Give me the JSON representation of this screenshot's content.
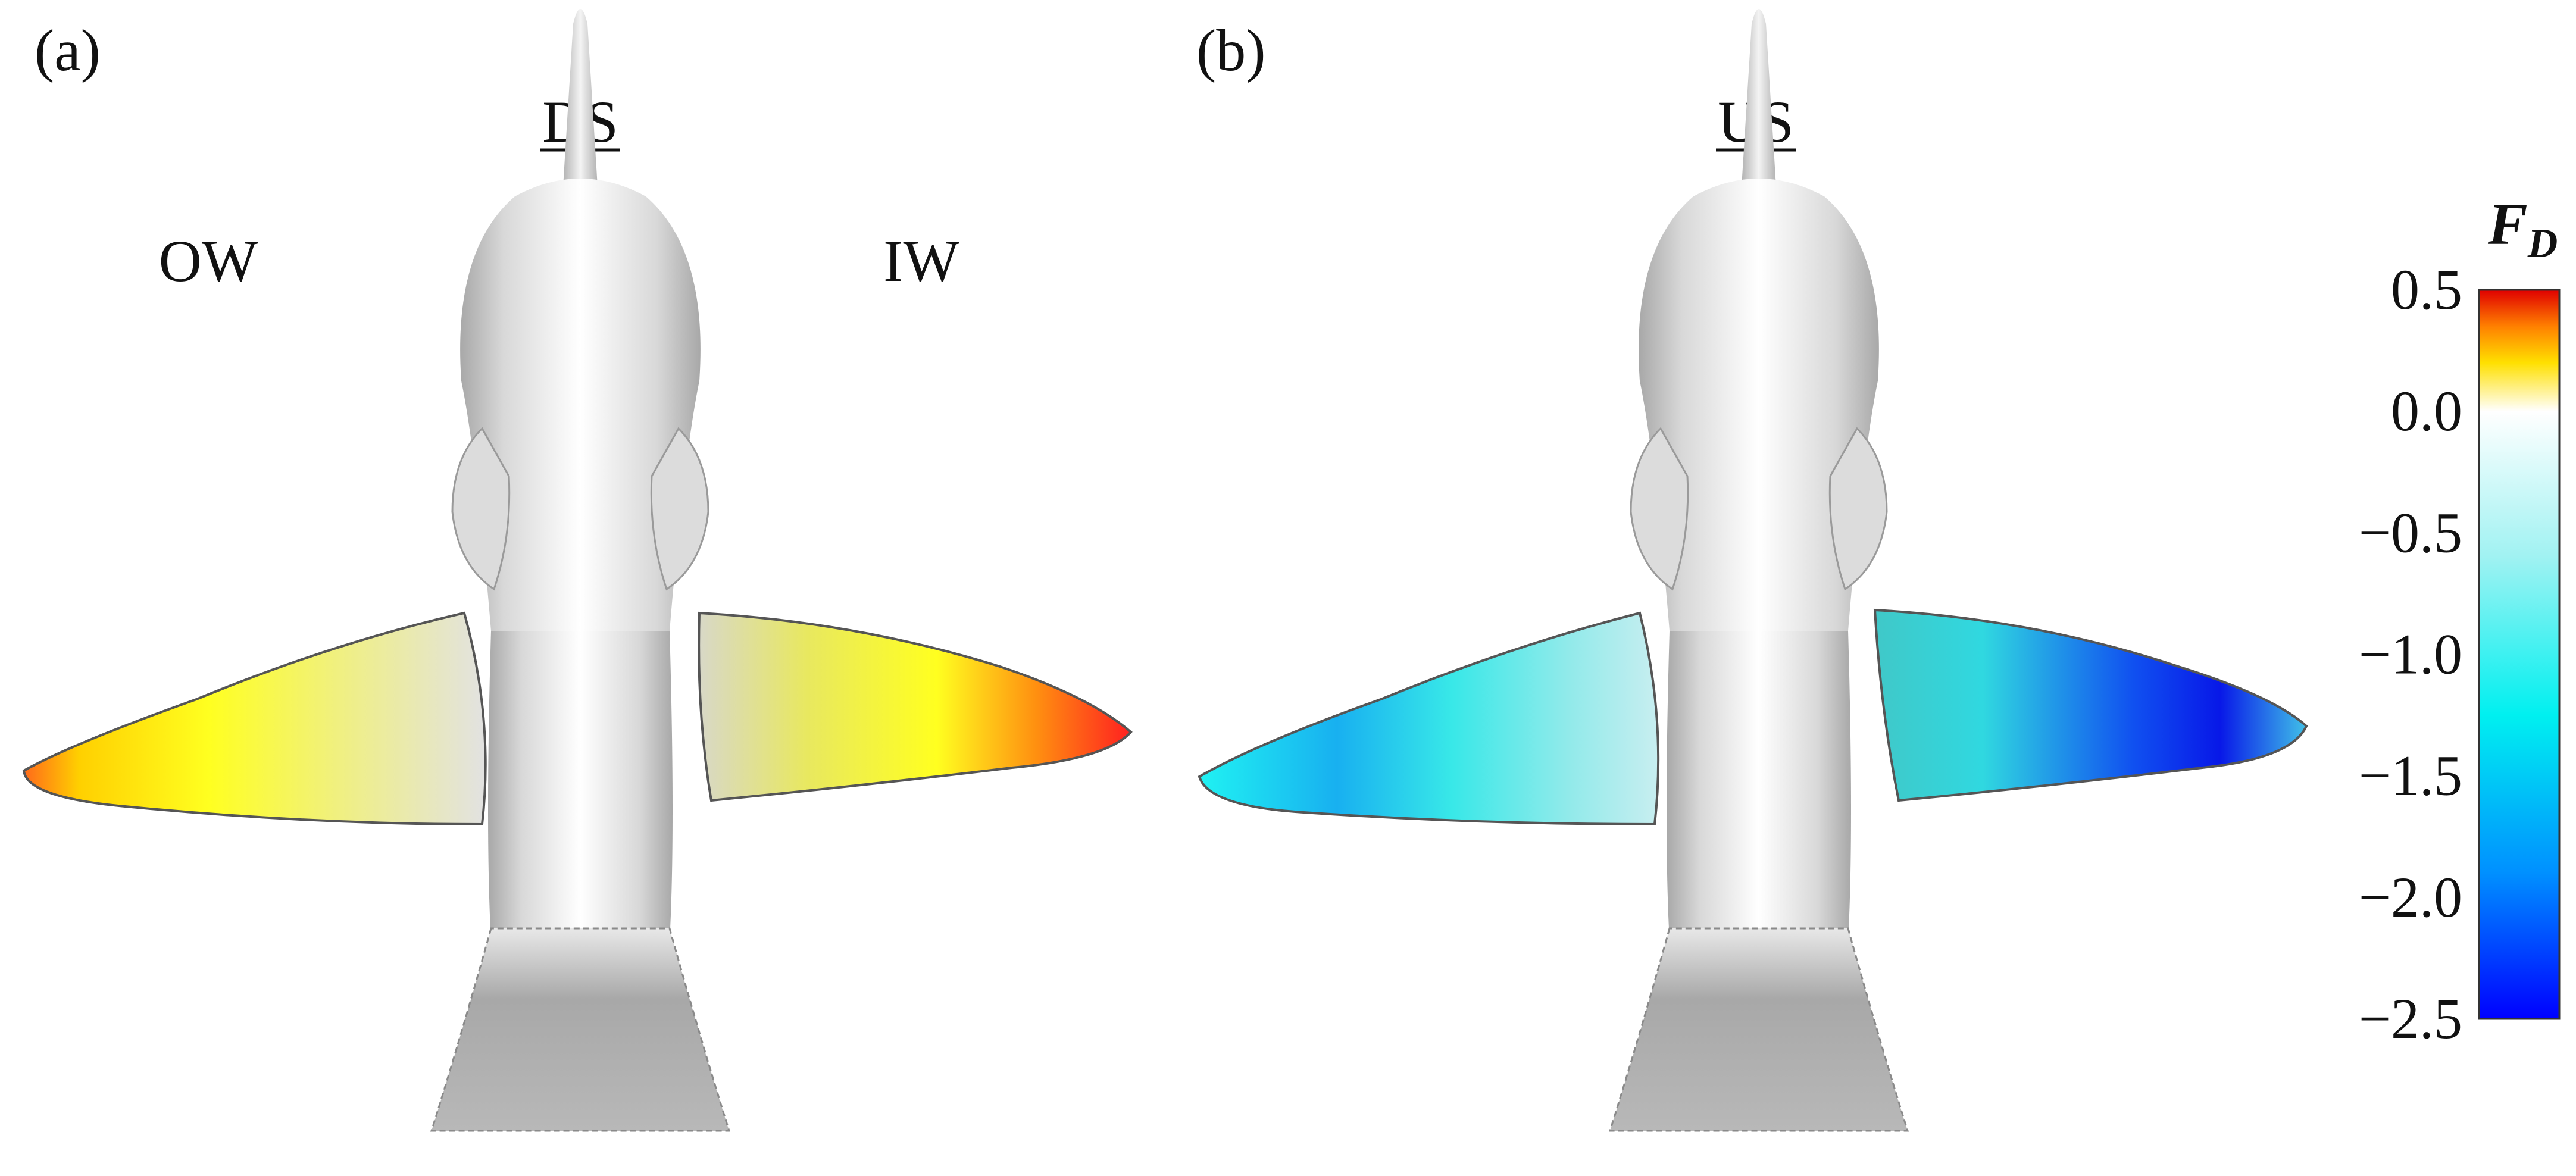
{
  "panels": [
    {
      "label": "(a)",
      "phase": "DS",
      "wing_labels": {
        "outer": "OW",
        "inner": "IW"
      },
      "wing_colors": {
        "outer": [
          "#ff6a1a",
          "#ffd000",
          "#ffff20",
          "#f0f080",
          "#e2e2e2"
        ],
        "inner": [
          "#d8d8c8",
          "#e8e860",
          "#ffff20",
          "#ff9010",
          "#ff2020"
        ]
      }
    },
    {
      "label": "(b)",
      "phase": "US",
      "wing_colors": {
        "outer": [
          "#20f2f2",
          "#18b0f0",
          "#38e8e8",
          "#90eaea",
          "#c8eef0"
        ],
        "inner": [
          "#40c8c8",
          "#30d8e0",
          "#1050f0",
          "#0818e8",
          "#40c0e8"
        ]
      }
    }
  ],
  "colorbar": {
    "title_main": "F",
    "title_sub": "D",
    "ticks": [
      "0.5",
      "0.0",
      "−0.5",
      "−1.0",
      "−1.5",
      "−2.0",
      "−2.5"
    ],
    "tick_values": [
      0.5,
      0.0,
      -0.5,
      -1.0,
      -1.5,
      -2.0,
      -2.5
    ],
    "range": [
      -2.5,
      0.5
    ],
    "stops": [
      {
        "value": 0.5,
        "color": "#e00000"
      },
      {
        "value": 0.35,
        "color": "#ff8000"
      },
      {
        "value": 0.2,
        "color": "#ffe000"
      },
      {
        "value": 0.0,
        "color": "#ffffff"
      },
      {
        "value": -0.6,
        "color": "#a0f2f2"
      },
      {
        "value": -1.25,
        "color": "#00f0f0"
      },
      {
        "value": -1.9,
        "color": "#0090ff"
      },
      {
        "value": -2.5,
        "color": "#0000ff"
      }
    ]
  }
}
